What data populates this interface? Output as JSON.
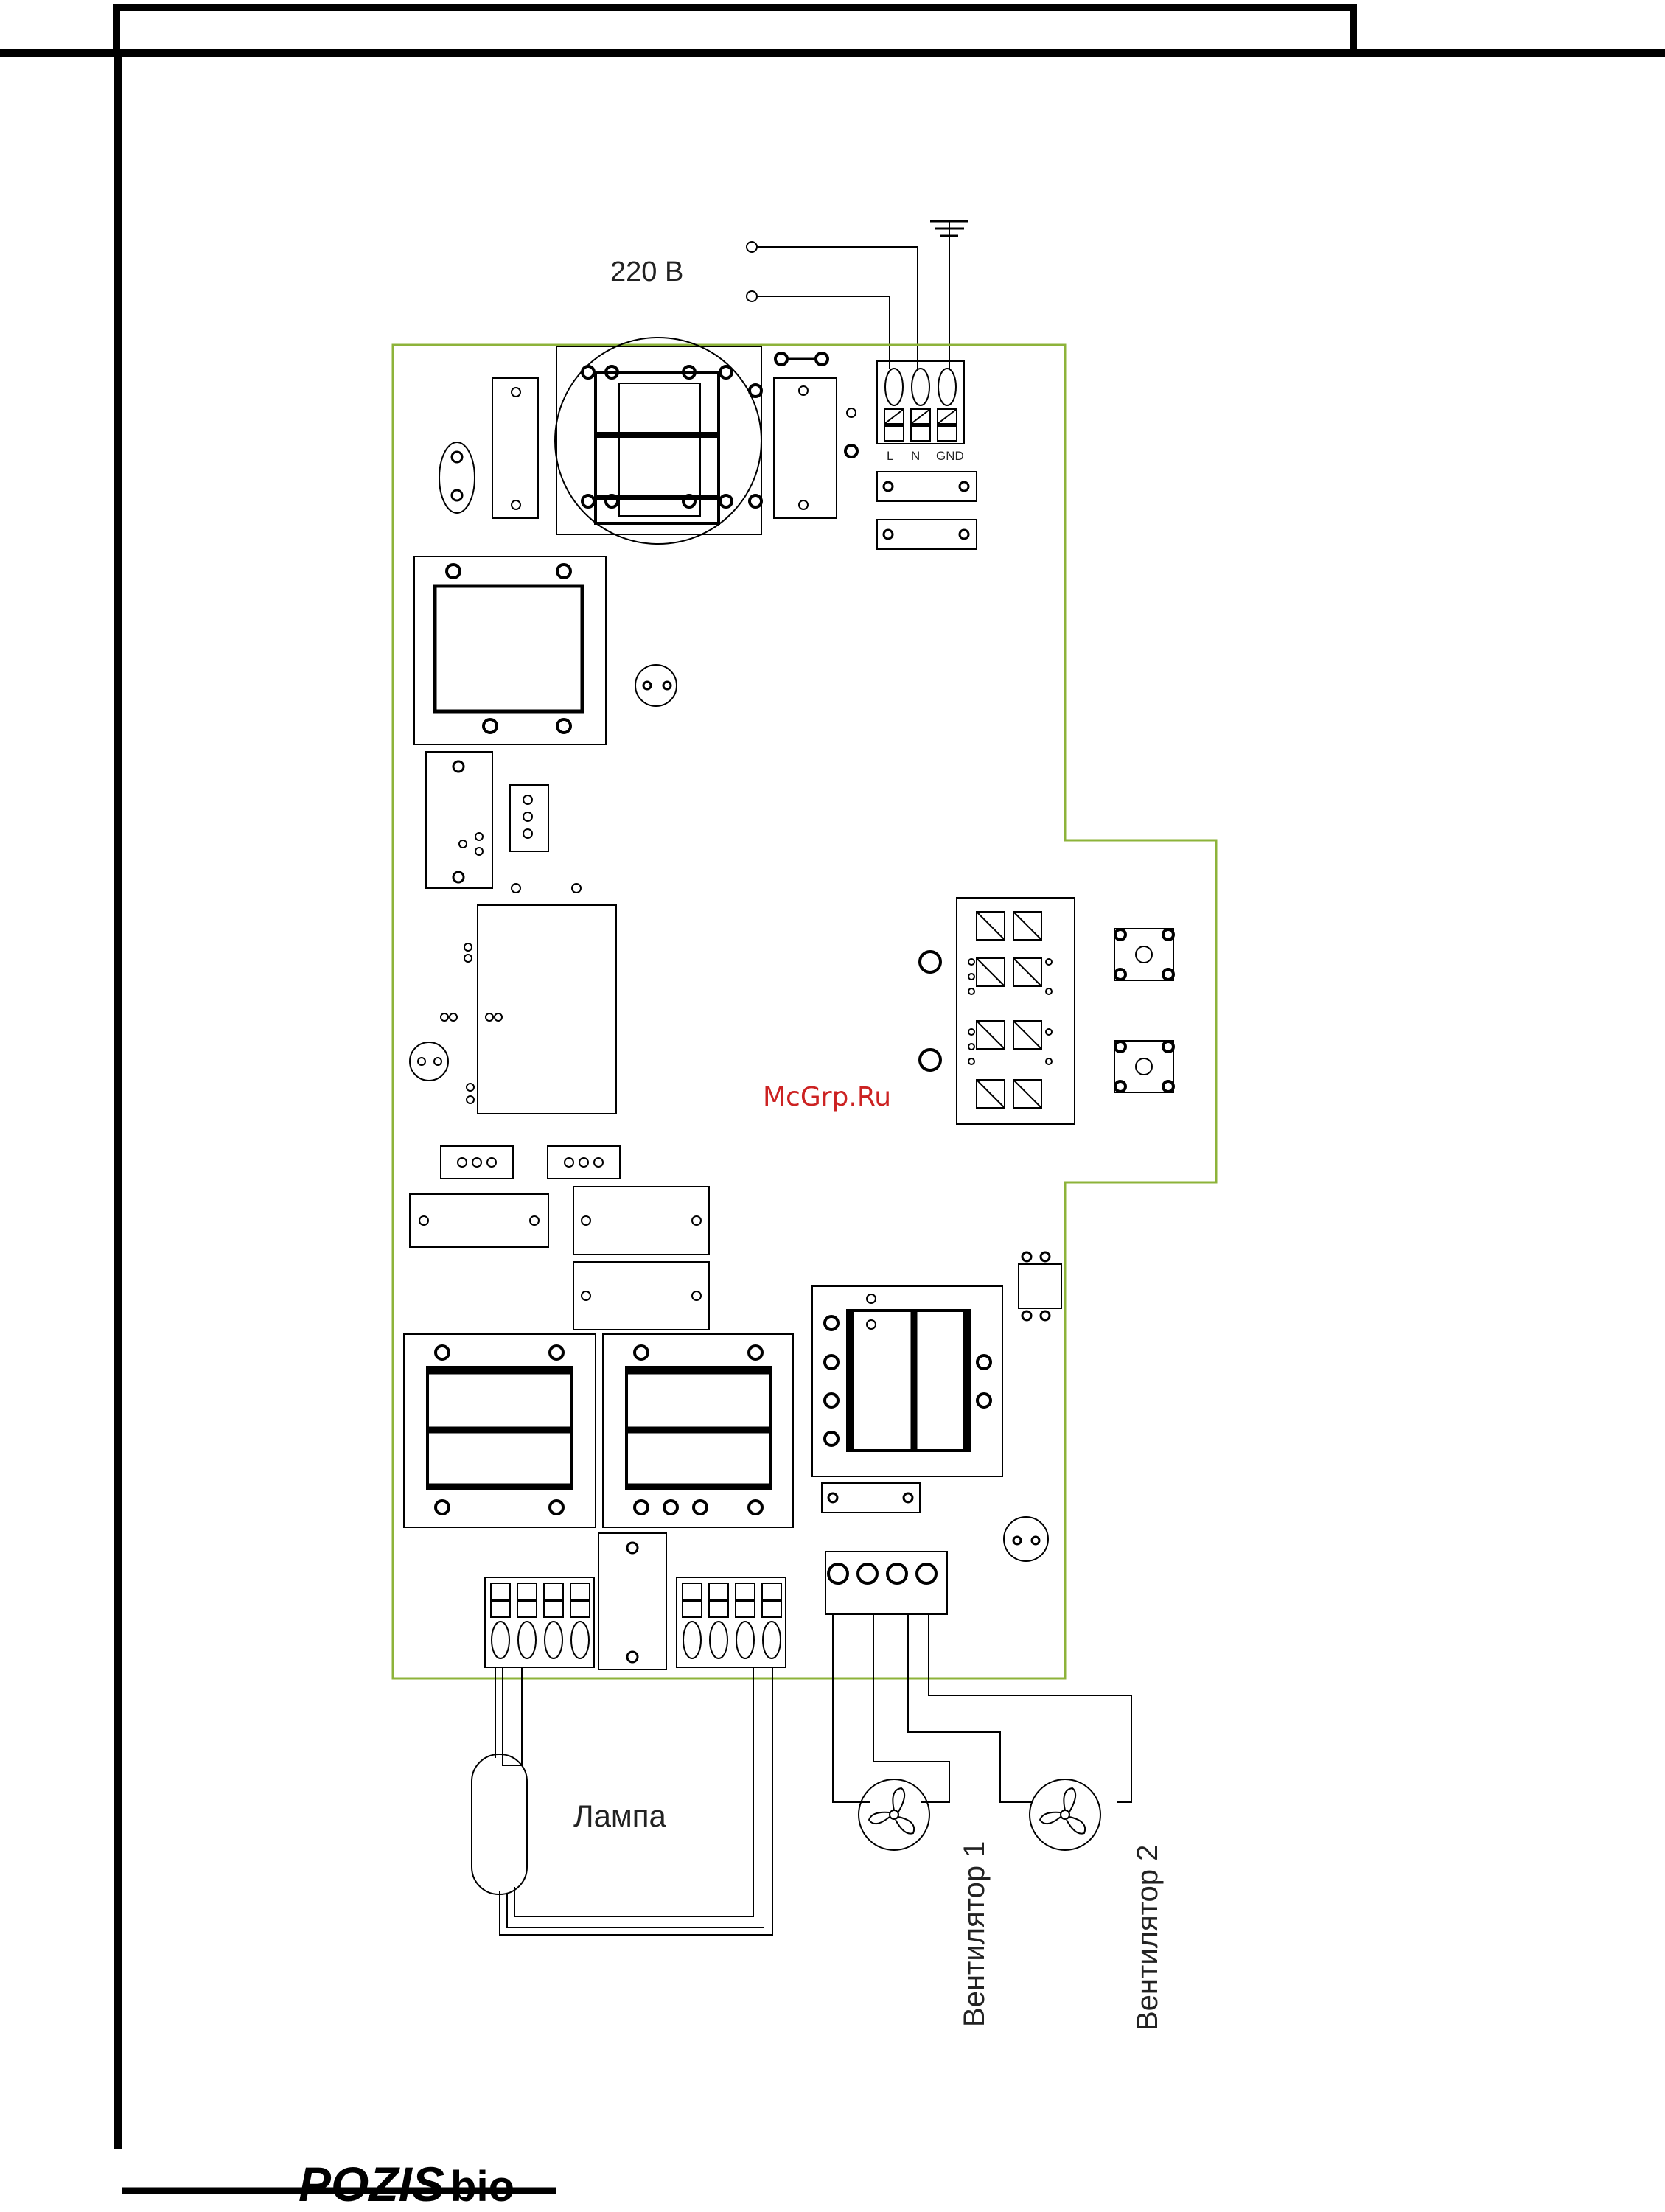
{
  "supply_label": "220 B",
  "terminal_labels": {
    "l": "L",
    "n": "N",
    "gnd": "GND"
  },
  "lamp_label": "Лампа",
  "fan1_label": "Вентилятор 1",
  "fan2_label": "Вентилятор 2",
  "watermark": "McGrp.Ru",
  "logo": {
    "brand": "POZIS",
    "suffix": "bio"
  },
  "colors": {
    "board_outline": "#8db33a",
    "watermark": "#cc2222",
    "ink": "#000000"
  }
}
